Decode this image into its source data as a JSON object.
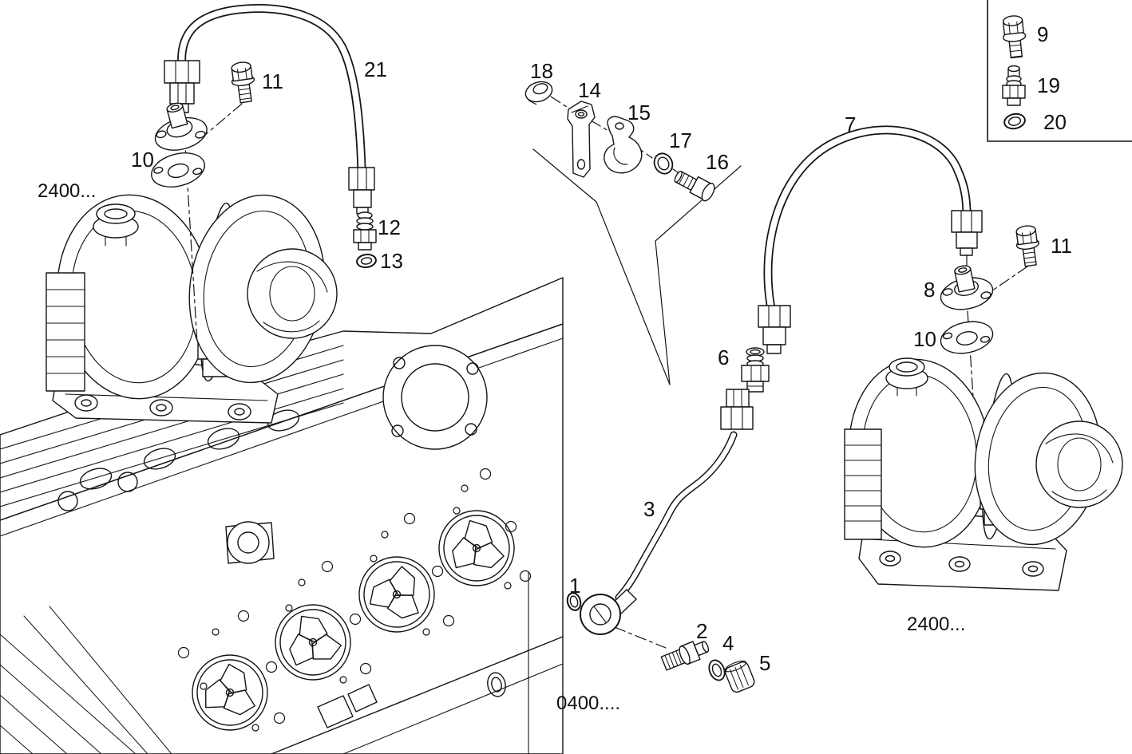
{
  "diagram": {
    "title": "Turbocharger oil pipe exploded parts diagram",
    "background_color": "#ffffff",
    "line_color": "#141414"
  },
  "references": {
    "left_turbo": "2400...",
    "right_turbo": "2400...",
    "engine_block": "0400...."
  },
  "callouts": [
    {
      "label": "21",
      "part": "oil-feed-pipe-left"
    },
    {
      "label": "11",
      "part": "flange-bolt-left"
    },
    {
      "label": "10",
      "part": "gasket-left"
    },
    {
      "label": "12",
      "part": "union-fitting"
    },
    {
      "label": "13",
      "part": "seal-ring"
    },
    {
      "label": "18",
      "part": "protection-cap"
    },
    {
      "label": "14",
      "part": "support-bracket"
    },
    {
      "label": "15",
      "part": "pipe-clamp"
    },
    {
      "label": "17",
      "part": "washer"
    },
    {
      "label": "16",
      "part": "clamp-bolt"
    },
    {
      "label": "7",
      "part": "oil-feed-pipe-right"
    },
    {
      "label": "11",
      "part": "flange-bolt-right"
    },
    {
      "label": "8",
      "part": "oil-inlet-flange"
    },
    {
      "label": "10",
      "part": "gasket-right"
    },
    {
      "label": "6",
      "part": "union-fitting-center"
    },
    {
      "label": "3",
      "part": "oil-delivery-pipe"
    },
    {
      "label": "1",
      "part": "seal-ring-banjo"
    },
    {
      "label": "2",
      "part": "threaded-fitting"
    },
    {
      "label": "4",
      "part": "washer-small"
    },
    {
      "label": "5",
      "part": "cap-nut"
    },
    {
      "label": "9",
      "part": "inset-flange-bolt"
    },
    {
      "label": "19",
      "part": "inset-union-fitting"
    },
    {
      "label": "20",
      "part": "inset-seal-ring"
    }
  ]
}
